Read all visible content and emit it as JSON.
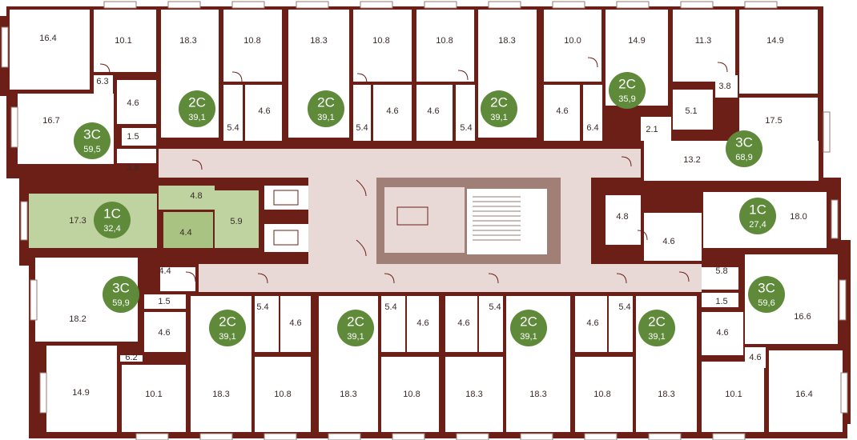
{
  "colors": {
    "wall": "#6b1f16",
    "corridor": "#e8d8d6",
    "stair": "#a07f77",
    "badge": "#5e8a3a",
    "highlight": "#bfd3a0",
    "highlight_inner": "#a9c383",
    "label": "#3a2a28"
  },
  "rooms": [
    {
      "id": "r1",
      "text": "16.4"
    },
    {
      "id": "r2",
      "text": "10.1"
    },
    {
      "id": "r3",
      "text": "6.3"
    },
    {
      "id": "r4",
      "text": "4.6"
    },
    {
      "id": "r5",
      "text": "16.7"
    },
    {
      "id": "r6",
      "text": "1.5"
    },
    {
      "id": "r7",
      "text": "3.9"
    },
    {
      "id": "r8",
      "text": "18.3"
    },
    {
      "id": "r9",
      "text": "10.8"
    },
    {
      "id": "r10",
      "text": "4.6"
    },
    {
      "id": "r11",
      "text": "5.4"
    },
    {
      "id": "r12",
      "text": "18.3"
    },
    {
      "id": "r13",
      "text": "10.8"
    },
    {
      "id": "r14",
      "text": "4.6"
    },
    {
      "id": "r15",
      "text": "5.4"
    },
    {
      "id": "r16",
      "text": "10.8"
    },
    {
      "id": "r17",
      "text": "18.3"
    },
    {
      "id": "r18",
      "text": "4.6"
    },
    {
      "id": "r19",
      "text": "5.4"
    },
    {
      "id": "r20",
      "text": "10.0"
    },
    {
      "id": "r21",
      "text": "14.9"
    },
    {
      "id": "r22",
      "text": "4.6"
    },
    {
      "id": "r23",
      "text": "6.4"
    },
    {
      "id": "r24",
      "text": "11.3"
    },
    {
      "id": "r25",
      "text": "14.9"
    },
    {
      "id": "r26",
      "text": "3.8"
    },
    {
      "id": "r27",
      "text": "5.1"
    },
    {
      "id": "r28",
      "text": "2.1"
    },
    {
      "id": "r29",
      "text": "17.5"
    },
    {
      "id": "r30",
      "text": "13.2"
    },
    {
      "id": "r31",
      "text": "17.3"
    },
    {
      "id": "r32",
      "text": "4.8"
    },
    {
      "id": "r33",
      "text": "4.4"
    },
    {
      "id": "r34",
      "text": "5.9"
    },
    {
      "id": "r35",
      "text": "4.8"
    },
    {
      "id": "r36",
      "text": "18.0"
    },
    {
      "id": "r37",
      "text": "4.6"
    },
    {
      "id": "r38",
      "text": "4.4"
    },
    {
      "id": "r39",
      "text": "1.5"
    },
    {
      "id": "r40",
      "text": "18.2"
    },
    {
      "id": "r41",
      "text": "4.6"
    },
    {
      "id": "r42",
      "text": "6.2"
    },
    {
      "id": "r43",
      "text": "14.9"
    },
    {
      "id": "r44",
      "text": "10.1"
    },
    {
      "id": "r45",
      "text": "5.4"
    },
    {
      "id": "r46",
      "text": "4.6"
    },
    {
      "id": "r47",
      "text": "18.3"
    },
    {
      "id": "r48",
      "text": "10.8"
    },
    {
      "id": "r49",
      "text": "5.4"
    },
    {
      "id": "r50",
      "text": "4.6"
    },
    {
      "id": "r51",
      "text": "18.3"
    },
    {
      "id": "r52",
      "text": "10.8"
    },
    {
      "id": "r53",
      "text": "5.4"
    },
    {
      "id": "r54",
      "text": "4.6"
    },
    {
      "id": "r55",
      "text": "18.3"
    },
    {
      "id": "r56",
      "text": "18.3"
    },
    {
      "id": "r57",
      "text": "5.4"
    },
    {
      "id": "r58",
      "text": "4.6"
    },
    {
      "id": "r59",
      "text": "10.8"
    },
    {
      "id": "r60",
      "text": "18.3"
    },
    {
      "id": "r61",
      "text": "5.8"
    },
    {
      "id": "r62",
      "text": "1.5"
    },
    {
      "id": "r63",
      "text": "16.6"
    },
    {
      "id": "r64",
      "text": "4.6"
    },
    {
      "id": "r65",
      "text": "4.6"
    },
    {
      "id": "r66",
      "text": "10.1"
    },
    {
      "id": "r67",
      "text": "16.4"
    }
  ],
  "badges": [
    {
      "id": "b1",
      "code": "3С",
      "area": "59,5"
    },
    {
      "id": "b2",
      "code": "2С",
      "area": "39,1"
    },
    {
      "id": "b3",
      "code": "2С",
      "area": "39,1"
    },
    {
      "id": "b4",
      "code": "2С",
      "area": "39,1"
    },
    {
      "id": "b5",
      "code": "2С",
      "area": "35,9"
    },
    {
      "id": "b6",
      "code": "3С",
      "area": "68,9"
    },
    {
      "id": "b7",
      "code": "1С",
      "area": "32,4"
    },
    {
      "id": "b8",
      "code": "1С",
      "area": "27,4"
    },
    {
      "id": "b9",
      "code": "3С",
      "area": "59,9"
    },
    {
      "id": "b10",
      "code": "2С",
      "area": "39,1"
    },
    {
      "id": "b11",
      "code": "2С",
      "area": "39,1"
    },
    {
      "id": "b12",
      "code": "2С",
      "area": "39,1"
    },
    {
      "id": "b13",
      "code": "2С",
      "area": "39,1"
    },
    {
      "id": "b14",
      "code": "3С",
      "area": "59,6"
    }
  ]
}
